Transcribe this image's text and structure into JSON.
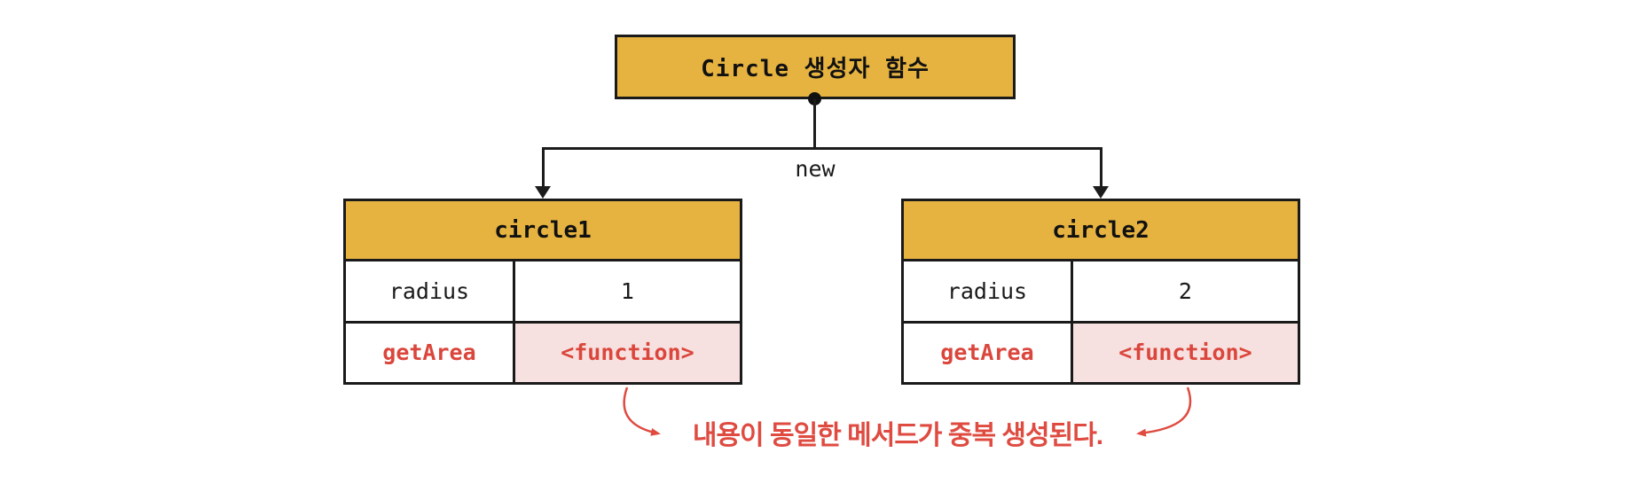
{
  "diagram": {
    "constructor_box": {
      "label": "Circle 생성자 함수"
    },
    "connector": {
      "label": "new"
    },
    "instances": [
      {
        "title": "circle1",
        "rows": [
          {
            "key": "radius",
            "value": "1"
          },
          {
            "key": "getArea",
            "value": "<function>"
          }
        ]
      },
      {
        "title": "circle2",
        "rows": [
          {
            "key": "radius",
            "value": "2"
          },
          {
            "key": "getArea",
            "value": "<function>"
          }
        ]
      }
    ],
    "annotation": {
      "text": "내용이 동일한 메서드가 중복 생성된다."
    },
    "colors": {
      "header_yellow": "#E6B341",
      "highlight_pink": "#F7E1E0",
      "accent_red": "#DB463C",
      "line_black": "#1a1a1a"
    }
  }
}
